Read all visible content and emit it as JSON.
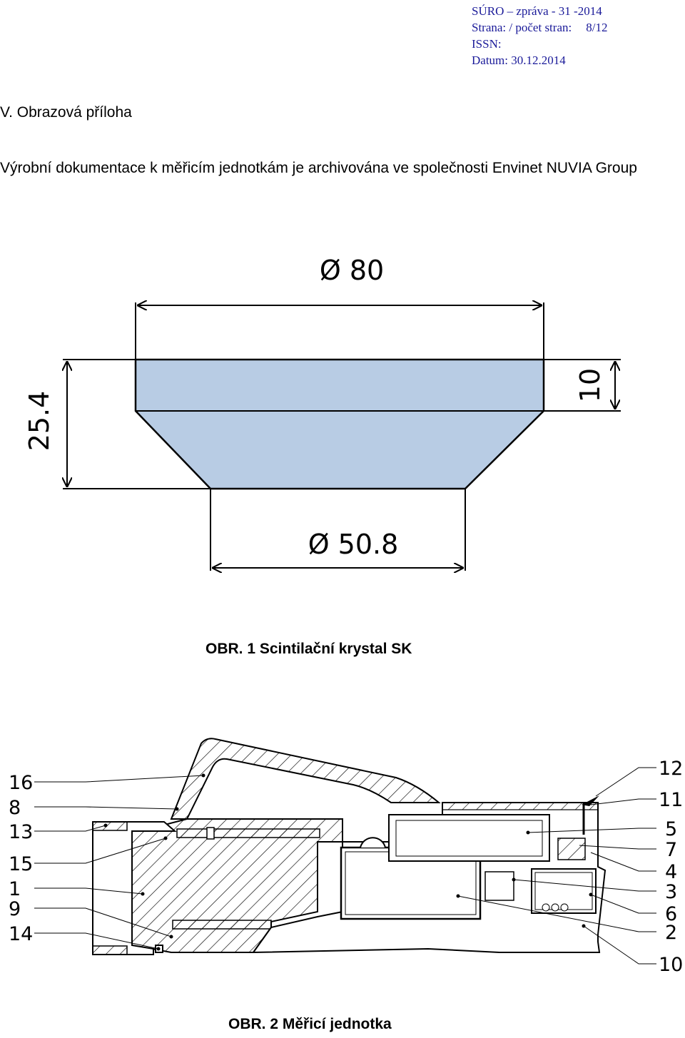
{
  "header": {
    "line1": "SÚRO – zpráva - 31 -2014",
    "line2_label": "Strana: / počet stran:",
    "line2_value": "8/12",
    "line3": "ISSN:",
    "line4": "Datum: 30.12.2014"
  },
  "section_title": "V.  Obrazová příloha",
  "intro_text": "Výrobní dokumentace k měřicím jednotkám je archivována ve společnosti Envinet NUVIA Group",
  "figure1": {
    "dim_top": "Ø 80",
    "dim_height": "25.4",
    "dim_right": "10",
    "dim_bottom": "Ø 50.8",
    "fill_color": "#b8cce4",
    "caption": "OBR. 1 Scintilační krystal SK"
  },
  "figure2": {
    "left_labels": [
      "16",
      "8",
      "13",
      "15",
      "1",
      "9",
      "14"
    ],
    "right_labels": [
      "12",
      "11",
      "5",
      "7",
      "4",
      "3",
      "6",
      "2",
      "10"
    ],
    "caption": "OBR. 2 Měřicí jednotka"
  }
}
